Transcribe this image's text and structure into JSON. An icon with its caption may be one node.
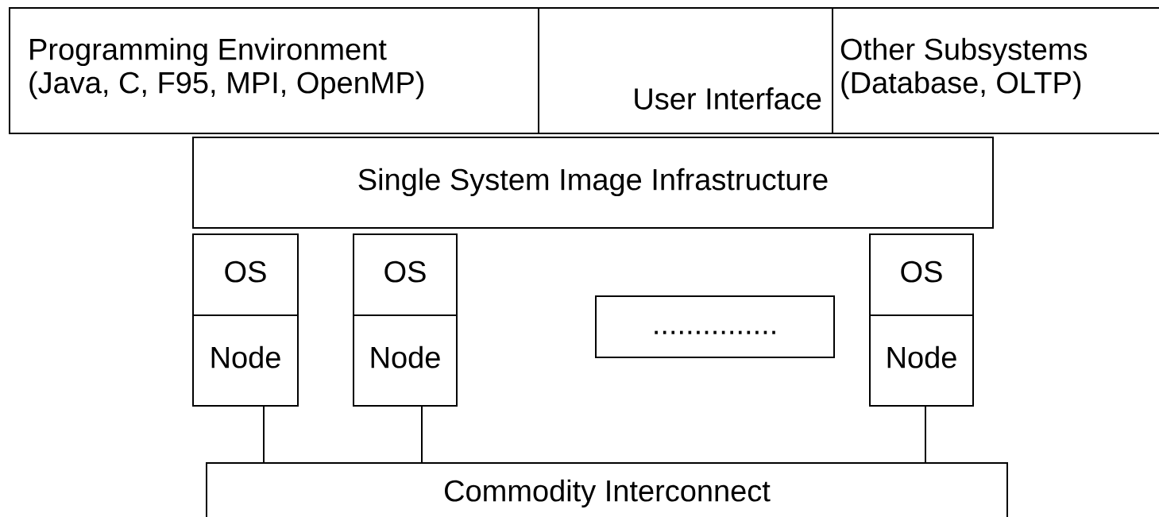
{
  "diagram": {
    "nodes": [
      {
        "text": [
          "Programming Environment",
          "(Java, C, F95, MPI, OpenMP)"
        ]
      },
      {
        "text": [
          "User Interface"
        ]
      },
      {
        "text": [
          "Other Subsystems",
          "(Database, OLTP)"
        ]
      },
      {
        "text": [
          "Single System Image Infrastructure"
        ]
      },
      {
        "text": [
          "OS"
        ]
      },
      {
        "text": [
          "Node"
        ]
      },
      {
        "text": [
          "OS"
        ]
      },
      {
        "text": [
          "Node"
        ]
      },
      {
        "text": [
          "..............."
        ]
      },
      {
        "text": [
          "OS"
        ]
      },
      {
        "text": [
          "Node"
        ]
      },
      {
        "text": [
          "Commodity Interconnect"
        ]
      }
    ],
    "edges": [
      {
        "from": 5,
        "to": 11,
        "arrow": "none"
      },
      {
        "from": 7,
        "to": 11,
        "arrow": "none"
      },
      {
        "from": 10,
        "to": 11,
        "arrow": "none"
      }
    ]
  }
}
